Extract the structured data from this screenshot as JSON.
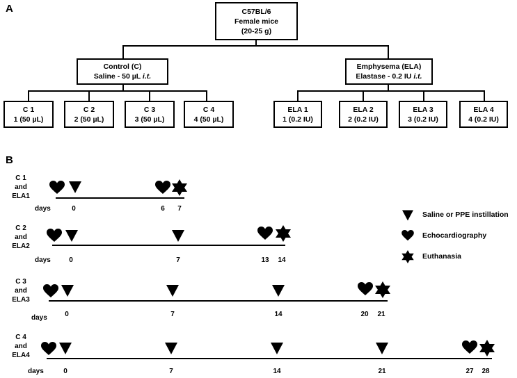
{
  "panel_a": {
    "label": "A",
    "root": {
      "line1": "C57BL/6",
      "line2": "Female mice",
      "line3": "(20-25 g)"
    },
    "control": {
      "line1": "Control (C)",
      "line2_main": "Saline - 50 µL ",
      "line2_ital": "i.t."
    },
    "emphysema": {
      "line1": "Emphysema (ELA)",
      "line2_main": "Elastase - 0.2 IU ",
      "line2_ital": "i.t."
    },
    "control_groups": [
      {
        "name": "C 1",
        "dose": "1 (50 µL)"
      },
      {
        "name": "C 2",
        "dose": "2 (50 µL)"
      },
      {
        "name": "C 3",
        "dose": "3 (50 µL)"
      },
      {
        "name": "C 4",
        "dose": "4 (50 µL)"
      }
    ],
    "ela_groups": [
      {
        "name": "ELA 1",
        "dose": "1 (0.2 IU)"
      },
      {
        "name": "ELA 2",
        "dose": "2 (0.2 IU)"
      },
      {
        "name": "ELA 3",
        "dose": "3 (0.2 IU)"
      },
      {
        "name": "ELA 4",
        "dose": "4 (0.2 IU)"
      }
    ]
  },
  "panel_b": {
    "label": "B",
    "days_label": "days",
    "timelines": [
      {
        "group_lines": [
          "C 1",
          "and",
          "ELA1"
        ],
        "ticks": [
          "0",
          "6",
          "7"
        ]
      },
      {
        "group_lines": [
          "C 2",
          "and",
          "ELA2"
        ],
        "ticks": [
          "0",
          "7",
          "13",
          "14"
        ]
      },
      {
        "group_lines": [
          "C 3",
          "and",
          "ELA3"
        ],
        "ticks": [
          "0",
          "7",
          "14",
          "20",
          "21"
        ]
      },
      {
        "group_lines": [
          "C 4",
          "and",
          "ELA4"
        ],
        "ticks": [
          "0",
          "7",
          "14",
          "21",
          "27",
          "28"
        ]
      }
    ],
    "legend": [
      {
        "icon": "triangle-icon",
        "label": "Saline or PPE instillation"
      },
      {
        "icon": "heart-icon",
        "label": "Echocardiography"
      },
      {
        "icon": "star-icon",
        "label": "Euthanasia"
      }
    ]
  }
}
